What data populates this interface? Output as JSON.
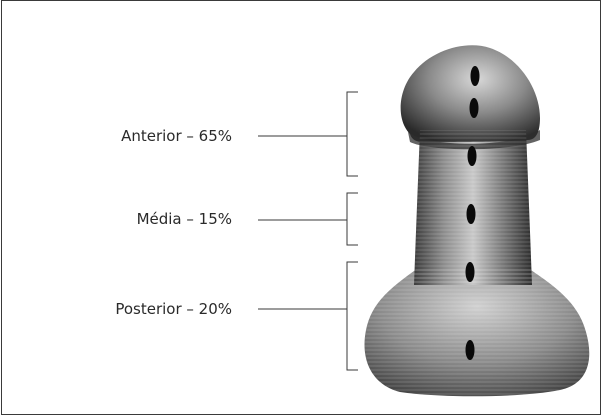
{
  "regions": [
    {
      "label": "Anterior – 65%"
    },
    {
      "label": "Média – 15%"
    },
    {
      "label": "Posterior – 20%"
    }
  ],
  "colors": {
    "line": "#3a3a3a",
    "text": "#2a2a2a",
    "marks": "#0a0a0a"
  }
}
